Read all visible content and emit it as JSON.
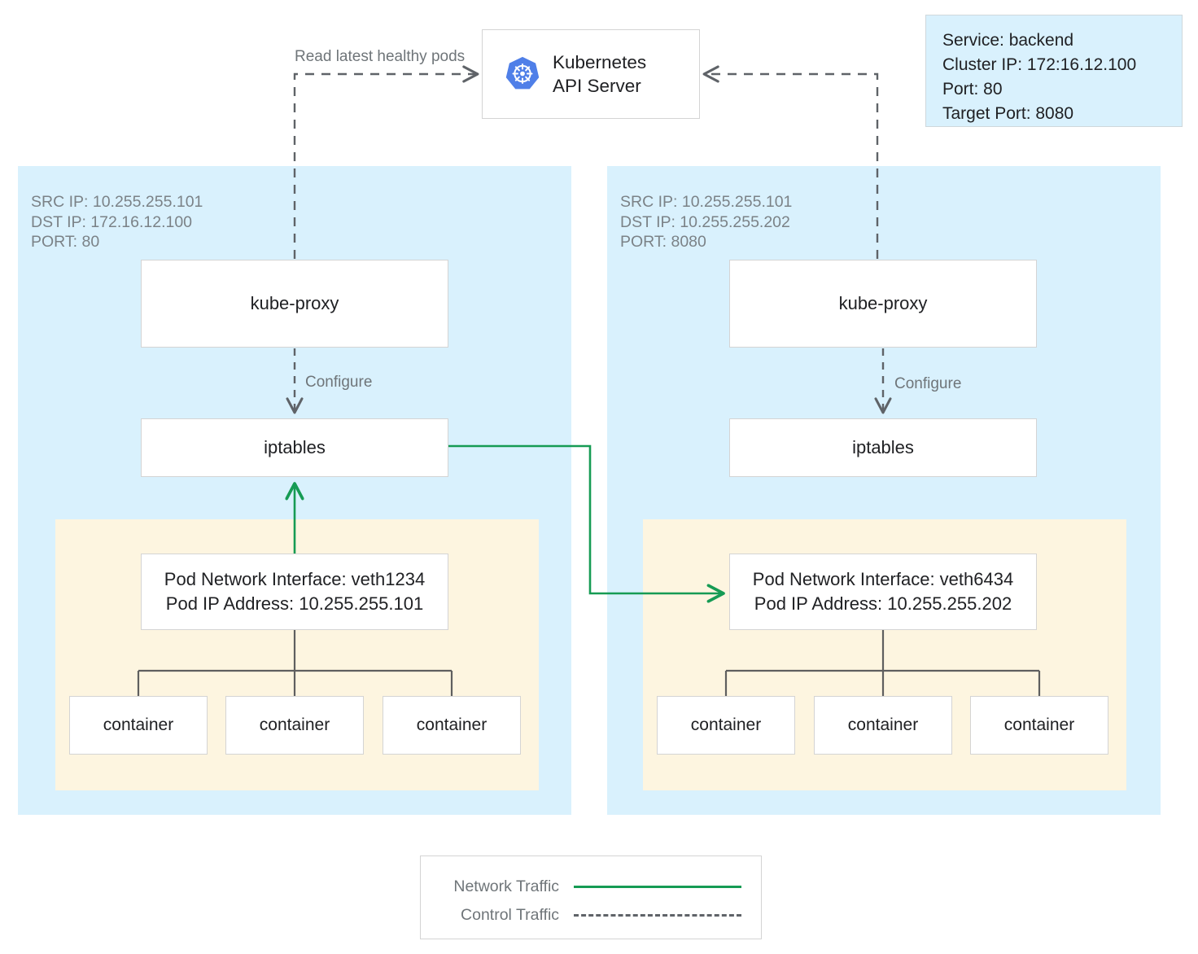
{
  "diagram": {
    "title": "Kubernetes kube-proxy iptables service routing",
    "colors": {
      "network_traffic": "#169b54",
      "control_traffic": "#5f6368",
      "node_zone": "#d9f1fd",
      "pod_zone": "#fdf5e0",
      "k8s_blue": "#4f7fe8"
    }
  },
  "api_server": {
    "label": "Kubernetes\nAPI Server",
    "logo_icon": "kubernetes-helm-icon"
  },
  "service_info": {
    "text": "Service: backend\nCluster IP: 172:16.12.100\nPort: 80\nTarget Port: 8080",
    "lines": [
      "Service: backend",
      "Cluster IP: 172:16.12.100",
      "Port: 80",
      "Target Port: 8080"
    ]
  },
  "edge_labels": {
    "read_pods": "Read latest healthy pods",
    "configure_left": "Configure",
    "configure_right": "Configure"
  },
  "nodes": [
    {
      "id": "left",
      "meta": "SRC IP: 10.255.255.101\nDST IP: 172.16.12.100\nPORT: 80",
      "meta_lines": [
        "SRC IP: 10.255.255.101",
        "DST IP: 172.16.12.100",
        "PORT: 80"
      ],
      "kube_proxy": "kube-proxy",
      "iptables": "iptables",
      "pod": {
        "title": "Pod Network Interface: veth1234\nPod IP Address: 10.255.255.101",
        "interface": "veth1234",
        "ip": "10.255.255.101",
        "containers": [
          "container",
          "container",
          "container"
        ]
      }
    },
    {
      "id": "right",
      "meta": "SRC IP: 10.255.255.101\nDST IP: 10.255.255.202\nPORT: 8080",
      "meta_lines": [
        "SRC IP: 10.255.255.101",
        "DST IP: 10.255.255.202",
        "PORT: 8080"
      ],
      "kube_proxy": "kube-proxy",
      "iptables": "iptables",
      "pod": {
        "title": "Pod Network Interface: veth6434\nPod IP Address: 10.255.255.202",
        "interface": "veth6434",
        "ip": "10.255.255.202",
        "containers": [
          "container",
          "container",
          "container"
        ]
      }
    }
  ],
  "legend": {
    "rows": [
      {
        "label": "Network Traffic",
        "style": "solid"
      },
      {
        "label": "Control Traffic",
        "style": "dashed"
      }
    ]
  }
}
